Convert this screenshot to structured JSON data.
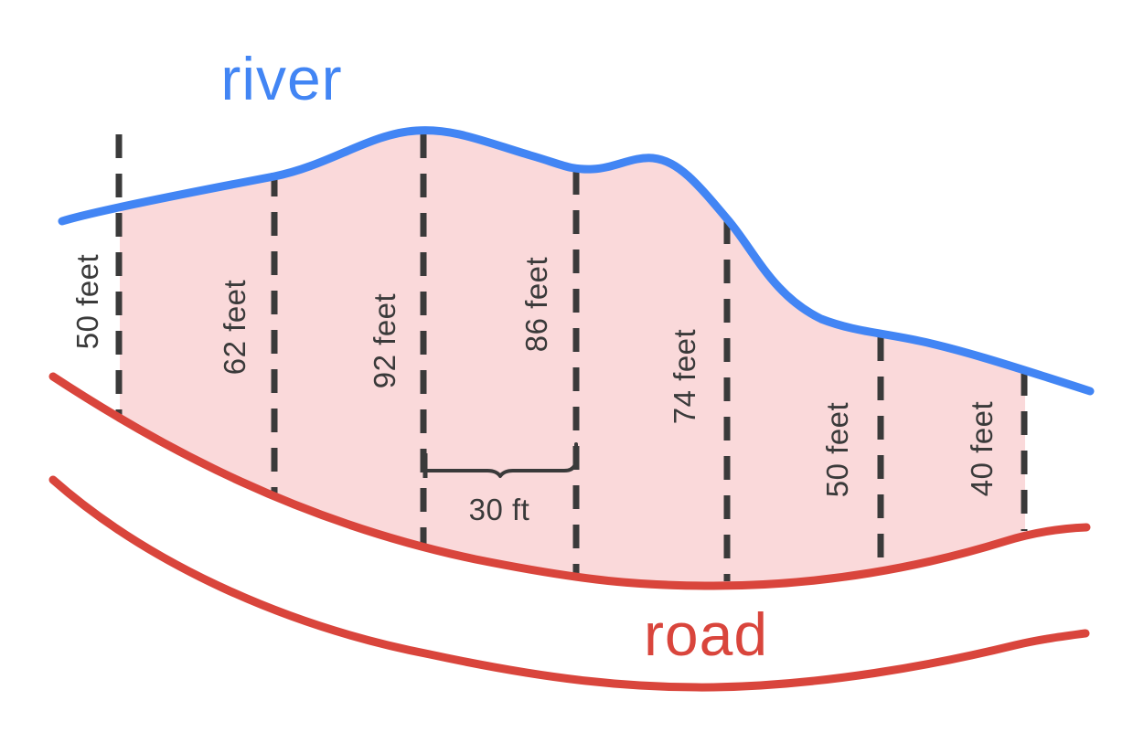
{
  "figure": {
    "river_label": "river",
    "road_label": "road",
    "interval_label": "30 ft",
    "interval_feet": 30,
    "measurements": [
      {
        "label": "50 feet",
        "value_feet": 50
      },
      {
        "label": "62 feet",
        "value_feet": 62
      },
      {
        "label": "92 feet",
        "value_feet": 92
      },
      {
        "label": "86 feet",
        "value_feet": 86
      },
      {
        "label": "74 feet",
        "value_feet": 74
      },
      {
        "label": "50 feet",
        "value_feet": 50
      },
      {
        "label": "40 feet",
        "value_feet": 40
      }
    ]
  },
  "colors": {
    "river": "#4285F4",
    "road": "#D9453C",
    "region_fill": "#FAD9DA",
    "line": "#3A3A3A",
    "text": "#3A3A3A"
  }
}
